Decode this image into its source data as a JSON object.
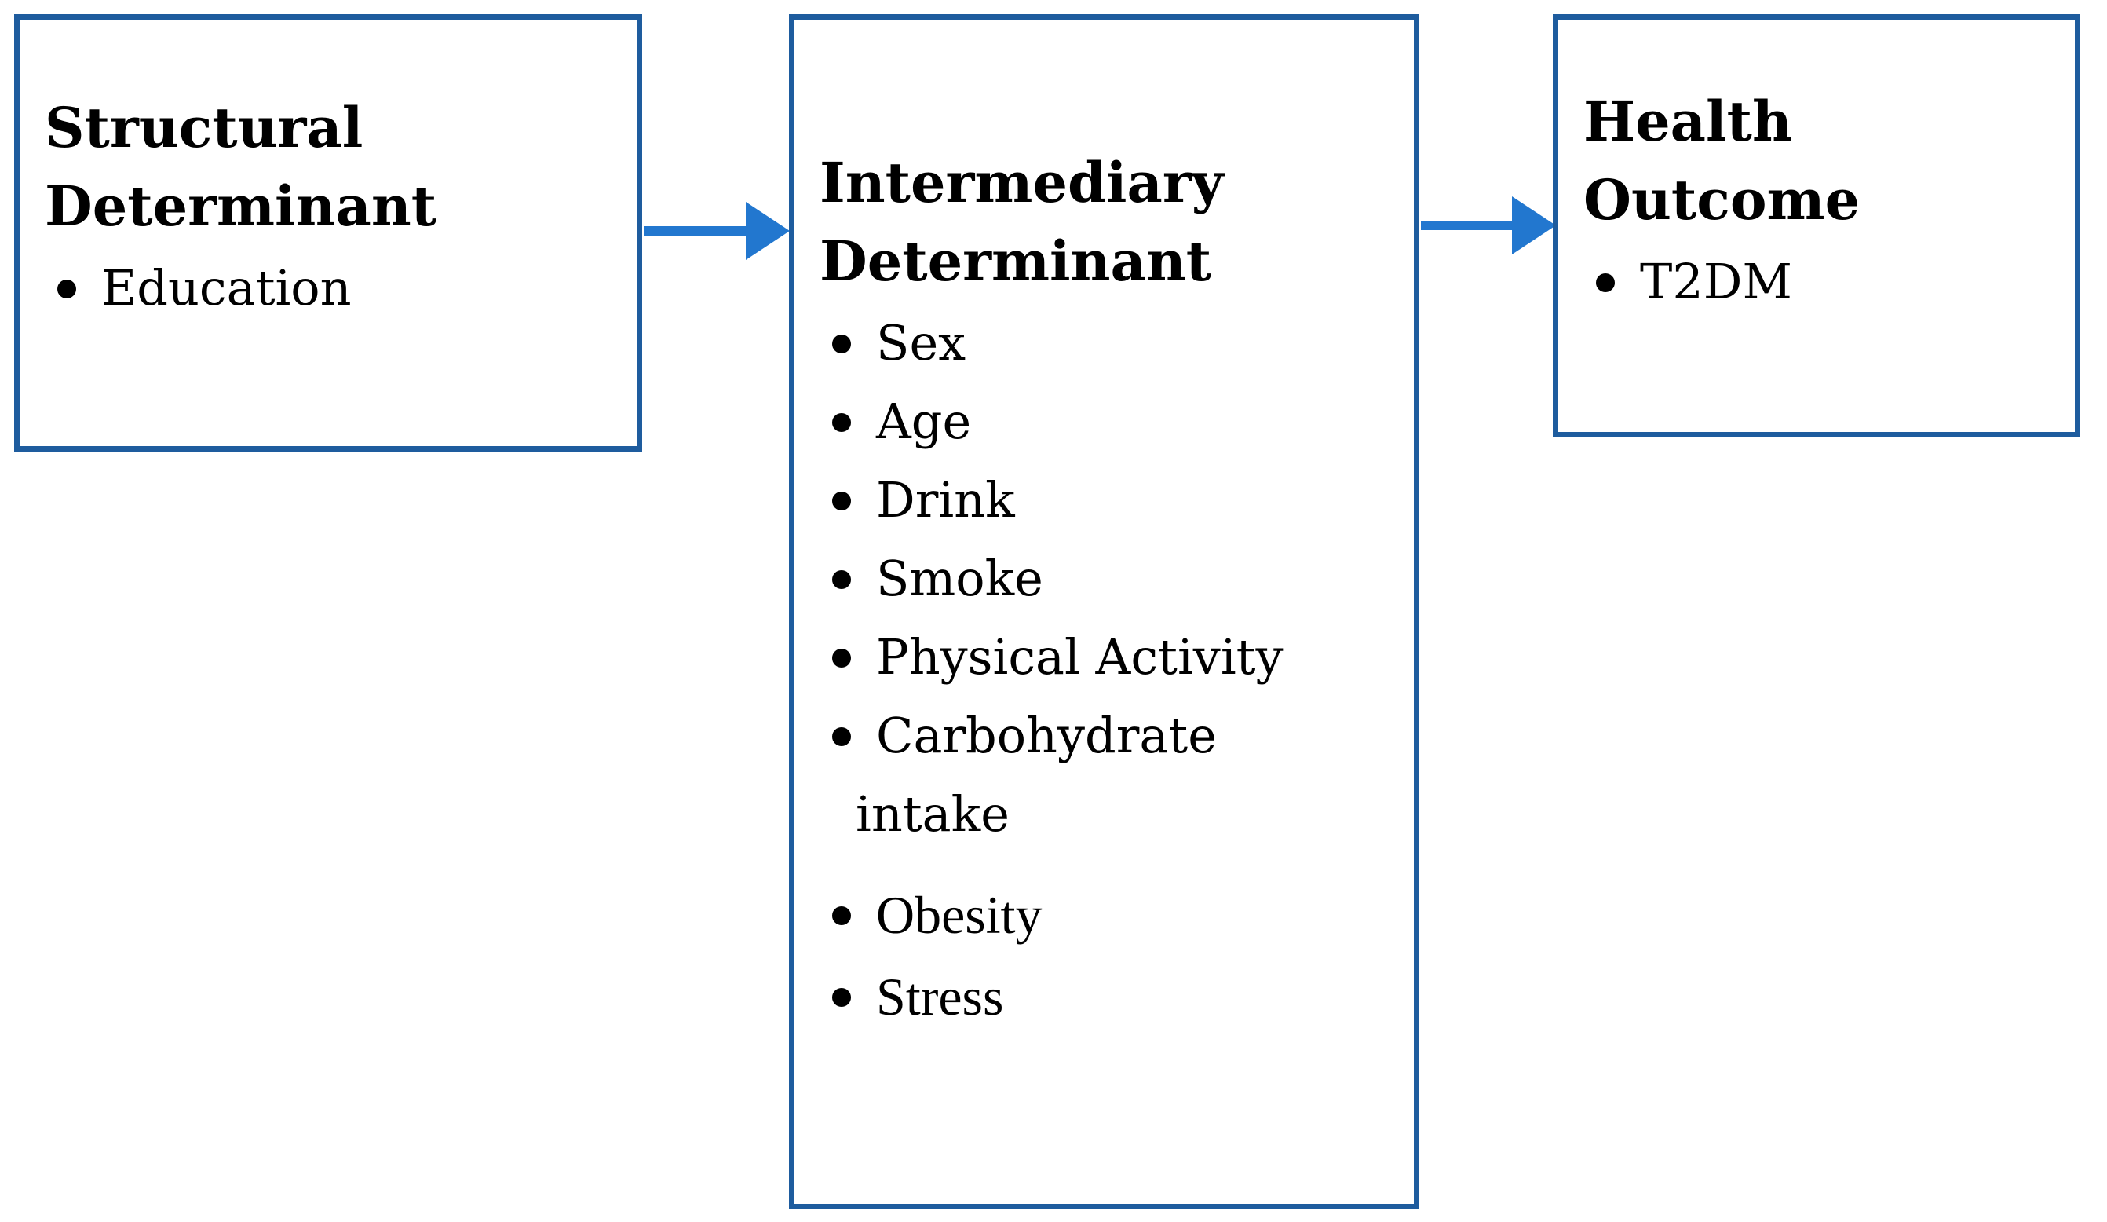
{
  "diagram": {
    "background": "#ffffff",
    "colors": {
      "box_border": "#1E5C9E",
      "arrow": "#2277CF",
      "text": "#000000"
    },
    "boxes": [
      {
        "id": "structural",
        "title": "Structural Determinant",
        "items": [
          "Education"
        ]
      },
      {
        "id": "intermediary",
        "title": "Intermediary Determinant",
        "items": [
          "Sex",
          "Age",
          "Drink",
          "Smoke",
          "Physical Activity",
          "Carbohydrate intake",
          "Obesity",
          "Stress"
        ]
      },
      {
        "id": "health",
        "title": "Health Outcome",
        "items": [
          "T2DM"
        ]
      }
    ],
    "arrows": [
      {
        "from": "structural",
        "to": "intermediary"
      },
      {
        "from": "intermediary",
        "to": "health"
      }
    ]
  }
}
